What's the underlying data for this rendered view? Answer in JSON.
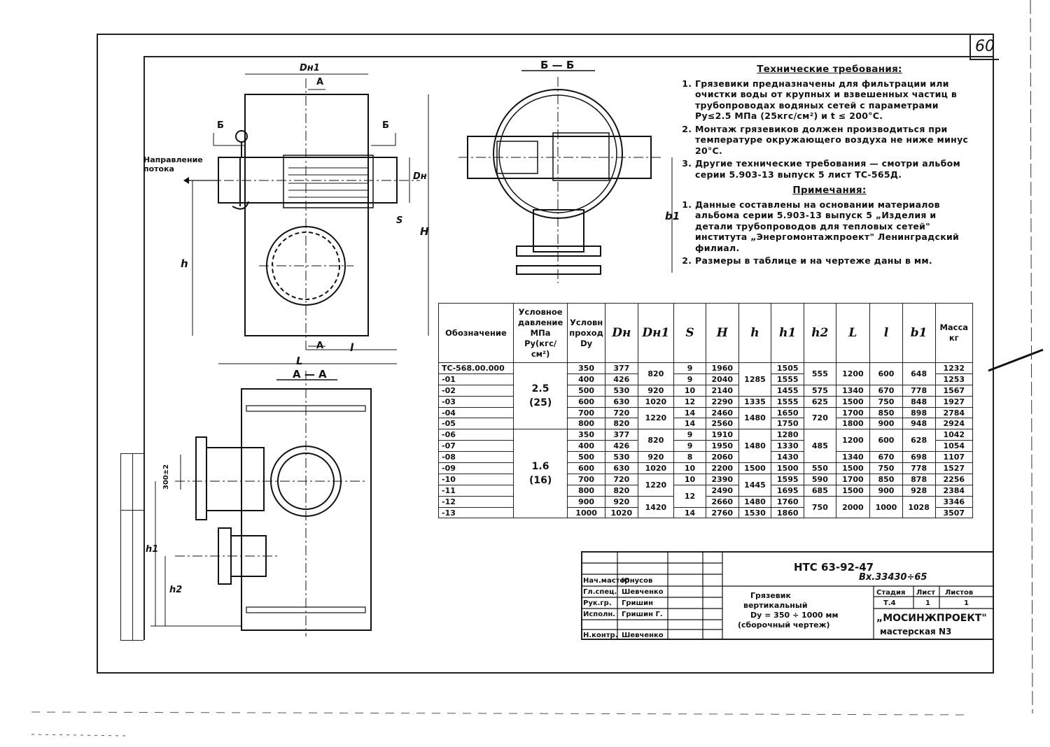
{
  "sheet_number": "60",
  "labels": {
    "view_bb": "Б — Б",
    "view_aa": "А — А",
    "dn1": "Dн1",
    "dn": "Dн",
    "a": "А",
    "b": "Б",
    "h_cap": "H",
    "h": "h",
    "h1": "h1",
    "h2": "h2",
    "s": "S",
    "l_cap": "L",
    "l": "l",
    "b1": "b1",
    "gap": "300±2",
    "flow": "Направление потока"
  },
  "requirements": {
    "title": "Технические требования:",
    "items": [
      "Грязевики предназначены для фильтрации или очистки воды от крупных и взвешенных частиц в трубопроводах водяных сетей с параметрами Pу≤2.5 МПа (25кгс/см²) и t ≤ 200°С.",
      "Монтаж грязевиков должен производиться при температуре окружающего воздуха не ниже минус 20°С.",
      "Другие технические требования — смотри альбом серии 5.903-13 выпуск 5 лист ТС-565Д."
    ]
  },
  "notes": {
    "title": "Примечания:",
    "items": [
      "Данные составлены на основании материалов альбома серии 5.903-13 выпуск 5 „Изделия и детали трубопроводов для тепловых сетей\" института „Энергомонтажпроект\" Ленинградский филиал.",
      "Размеры в таблице и на чертеже даны в мм."
    ]
  },
  "table": {
    "headers": [
      "Обозначение",
      "Условное давление МПа Pу(кгс/см²)",
      "Условн проход Dу",
      "Dн",
      "Dн1",
      "S",
      "H",
      "h",
      "h1",
      "h2",
      "L",
      "l",
      "b1",
      "Масса кг"
    ],
    "designations": [
      "ТС-568.00.000",
      "-01",
      "-02",
      "-03",
      "-04",
      "-05",
      "-06",
      "-07",
      "-08",
      "-09",
      "-10",
      "-11",
      "-12",
      "-13"
    ],
    "py": [
      {
        "mpa": "2.5",
        "kgs": "(25)"
      },
      {
        "mpa": "1.6",
        "kgs": "(16)"
      }
    ],
    "dy": [
      "350",
      "400",
      "500",
      "600",
      "700",
      "800",
      "350",
      "400",
      "500",
      "600",
      "700",
      "800",
      "900",
      "1000"
    ],
    "dn": [
      "377",
      "426",
      "530",
      "630",
      "720",
      "820",
      "377",
      "426",
      "530",
      "630",
      "720",
      "820",
      "920",
      "1020"
    ],
    "dn1": [
      "820",
      "920",
      "1020",
      "1220",
      "820",
      "920",
      "1020",
      "1220",
      "1420"
    ],
    "s": [
      "9",
      "9",
      "10",
      "12",
      "14",
      "14",
      "9",
      "9",
      "8",
      "10",
      "10",
      "12",
      "14"
    ],
    "H": [
      "1960",
      "2040",
      "2140",
      "2290",
      "2460",
      "2560",
      "1910",
      "1950",
      "2060",
      "2200",
      "2390",
      "2490",
      "2660",
      "2760"
    ],
    "h": [
      "1285",
      "1335",
      "1480",
      "1480",
      "1500",
      "1445",
      "1480",
      "1530"
    ],
    "h1": [
      "1505",
      "1555",
      "1455",
      "1555",
      "1650",
      "1750",
      "1280",
      "1330",
      "1430",
      "1500",
      "1595",
      "1695",
      "1760",
      "1860"
    ],
    "h2": [
      "555",
      "575",
      "625",
      "720",
      "485",
      "550",
      "590",
      "685",
      "750"
    ],
    "L": [
      "1200",
      "1340",
      "1500",
      "1700",
      "1800",
      "1200",
      "1340",
      "1500",
      "1700",
      "1500",
      "2000"
    ],
    "l": [
      "600",
      "670",
      "750",
      "850",
      "900",
      "600",
      "670",
      "750",
      "850",
      "900",
      "1000"
    ],
    "b1": [
      "648",
      "778",
      "848",
      "898",
      "948",
      "628",
      "698",
      "778",
      "878",
      "928",
      "1028"
    ],
    "mass": [
      "1232",
      "1253",
      "1567",
      "1927",
      "2784",
      "2924",
      "1042",
      "1054",
      "1107",
      "1527",
      "2256",
      "2384",
      "3346",
      "3507"
    ]
  },
  "title_block": {
    "code": "НТС 63-92-47",
    "inv": "Вх.33430÷65",
    "roles": [
      "Нач.мастер",
      "Гл.спец.",
      "Рук.гр.",
      "Исполн.",
      "Н.контр."
    ],
    "names": [
      "Юнусов",
      "Шевченко",
      "Гришин",
      "Гришин Г.",
      "Шевченко"
    ],
    "title_lines": [
      "Грязевик",
      "вертикальный",
      "Dу = 350 ÷ 1000 мм",
      "(сборочный чертеж)"
    ],
    "stage_header": [
      "Стадия",
      "Лист",
      "Листов"
    ],
    "stage_values": [
      "Т.4",
      "1",
      "1"
    ],
    "org": "„МОСИНЖПРОЕКТ\"",
    "workshop": "мастерская N3"
  }
}
